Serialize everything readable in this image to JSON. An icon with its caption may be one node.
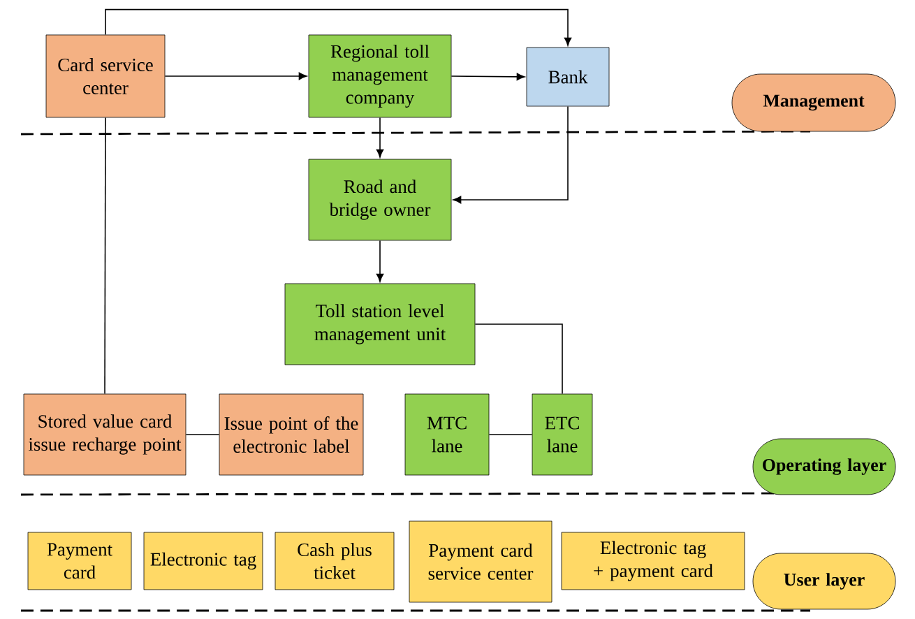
{
  "diagram": {
    "nodes": [
      {
        "text": [
          "Card service center"
        ]
      },
      {
        "text": [
          "Regional toll management company"
        ]
      },
      {
        "text": [
          "Bank"
        ]
      },
      {
        "text": [
          "Management"
        ]
      },
      {
        "text": [
          "Road and bridge owner"
        ]
      },
      {
        "text": [
          "Toll station level management unit"
        ]
      },
      {
        "text": [
          "Stored value card issue recharge point"
        ]
      },
      {
        "text": [
          "Issue point of the electronic label"
        ]
      },
      {
        "text": [
          "MTC lane"
        ]
      },
      {
        "text": [
          "ETC lane"
        ]
      },
      {
        "text": [
          "Operating layer"
        ]
      },
      {
        "text": [
          "Payment card"
        ]
      },
      {
        "text": [
          "Electronic tag"
        ]
      },
      {
        "text": [
          "Cash plus ticket"
        ]
      },
      {
        "text": [
          "Payment card service center"
        ]
      },
      {
        "text": [
          "Electronic tag + payment card"
        ]
      },
      {
        "text": [
          "User layer"
        ]
      }
    ],
    "edges": [
      {
        "from": 0,
        "to": 1,
        "arrow": "to"
      },
      {
        "from": 1,
        "to": 2,
        "arrow": "to"
      },
      {
        "from": 0,
        "to": 2,
        "arrow": "to"
      },
      {
        "from": 1,
        "to": 4,
        "arrow": "to"
      },
      {
        "from": 2,
        "to": 4,
        "arrow": "to"
      },
      {
        "from": 4,
        "to": 5,
        "arrow": "to"
      },
      {
        "from": 0,
        "to": 6,
        "arrow": "none"
      },
      {
        "from": 6,
        "to": 7,
        "arrow": "none"
      },
      {
        "from": 5,
        "to": 9,
        "arrow": "none"
      },
      {
        "from": 8,
        "to": 9,
        "arrow": "none"
      }
    ]
  }
}
